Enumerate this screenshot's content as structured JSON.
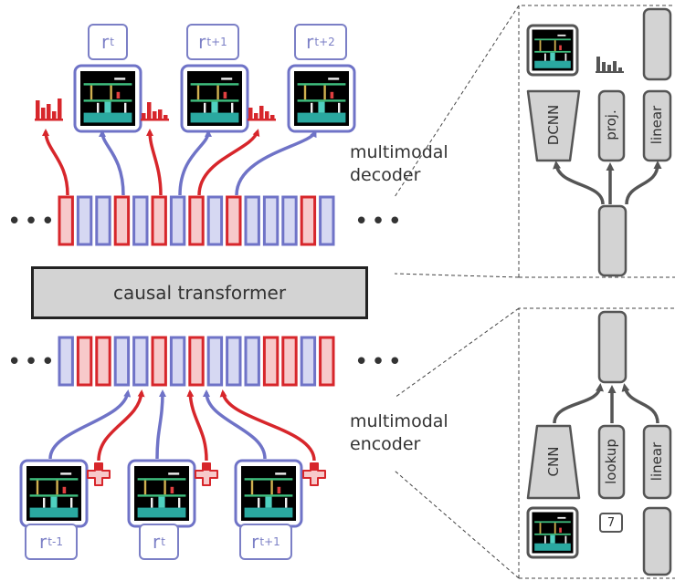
{
  "labels": {
    "transformer": "causal transformer",
    "decoder_line1": "multimodal",
    "decoder_line2": "decoder",
    "encoder_line1": "multimodal",
    "encoder_line2": "encoder",
    "dots": "•••"
  },
  "decoder_panel": {
    "blocks": [
      "DCNN",
      "proj.",
      "linear"
    ]
  },
  "encoder_panel": {
    "blocks": [
      "CNN",
      "lookup",
      "linear"
    ],
    "lookup_value": "7"
  },
  "top_rewards": [
    {
      "base": "r",
      "sub": "t"
    },
    {
      "base": "r",
      "sub": "t+1"
    },
    {
      "base": "r",
      "sub": "t+2"
    }
  ],
  "bottom_rewards": [
    {
      "base": "r",
      "sub": "t-1"
    },
    {
      "base": "r",
      "sub": "t"
    },
    {
      "base": "r",
      "sub": "t+1"
    }
  ],
  "colors": {
    "blue_border": "#6f73c7",
    "blue_fill": "#d6d8f2",
    "red_border": "#d7262b",
    "red_fill": "#f7c9ca",
    "gray_block": "#d3d3d3",
    "dark": "#555555"
  },
  "token_row_top": [
    "red",
    "blue",
    "blue",
    "red",
    "blue",
    "red",
    "blue",
    "red",
    "blue",
    "red",
    "blue",
    "blue",
    "blue",
    "red",
    "blue"
  ],
  "token_row_bottom": [
    "blue",
    "red",
    "red",
    "blue",
    "blue",
    "red",
    "blue",
    "red",
    "blue",
    "blue",
    "blue",
    "red",
    "red",
    "blue",
    "red"
  ]
}
